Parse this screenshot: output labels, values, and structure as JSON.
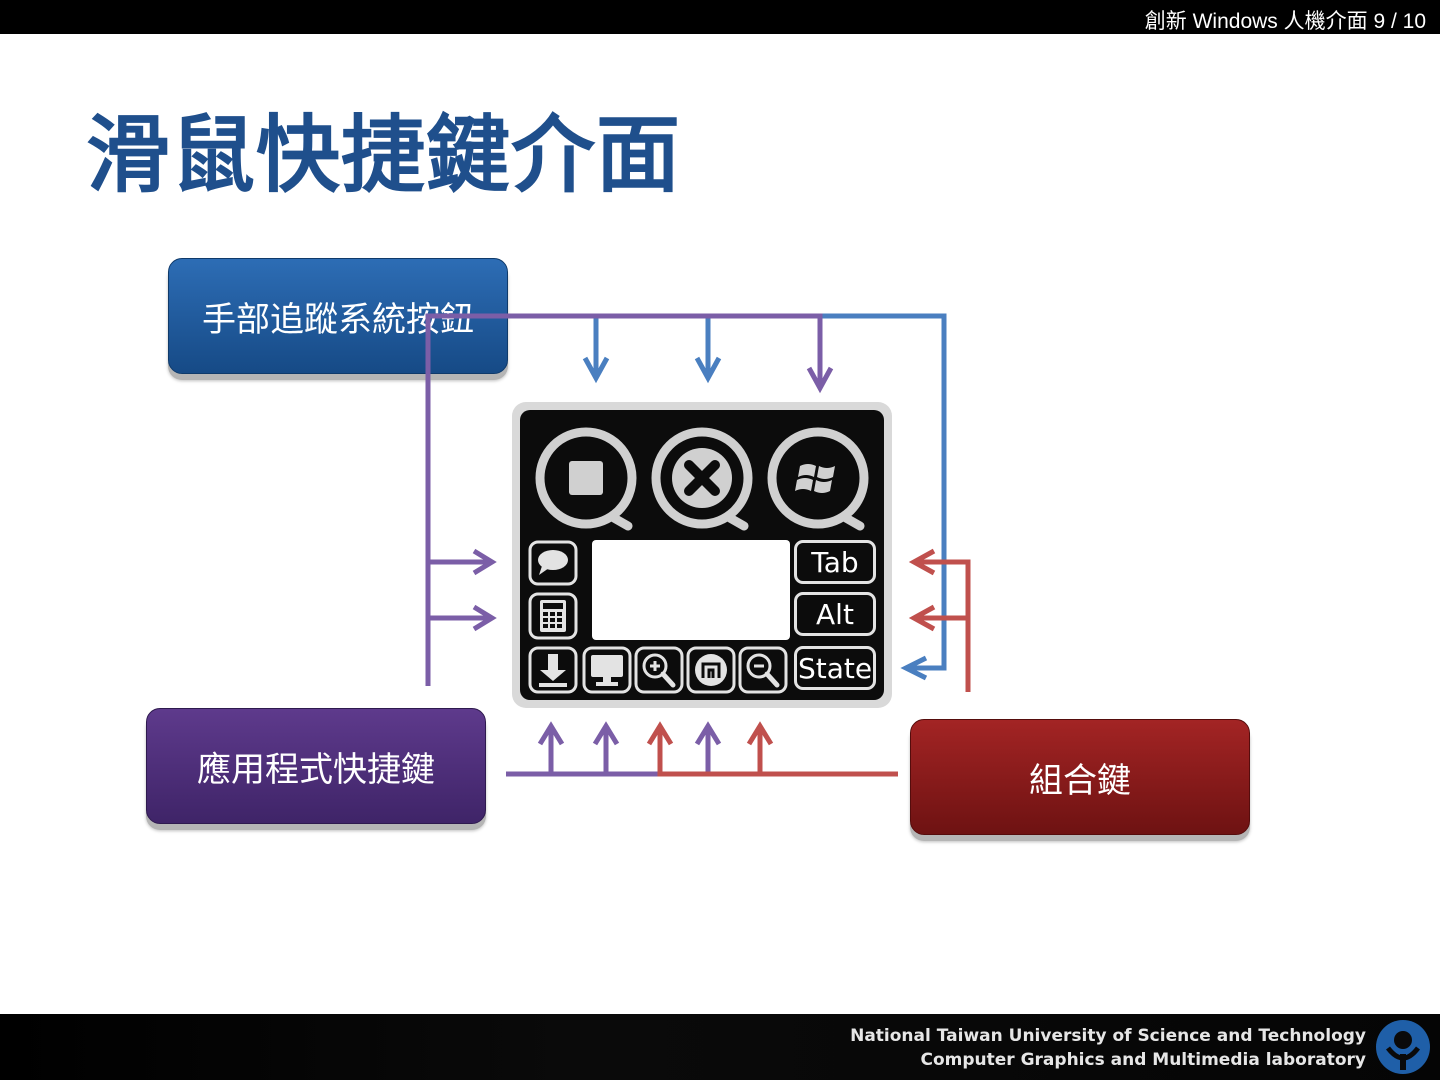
{
  "header": {
    "text": "創新 Windows 人機介面  9 / 10"
  },
  "title": "滑鼠快捷鍵介面",
  "boxes": {
    "hand_tracking": "手部追蹤系統按鈕",
    "app_shortcuts": "應用程式快捷鍵",
    "combo_keys": "組合鍵"
  },
  "panel": {
    "keys": [
      "Tab",
      "Alt",
      "State"
    ],
    "top_buttons": [
      "stop-icon",
      "close-icon",
      "windows-logo-icon"
    ],
    "left_icons": [
      "speech-bubble-icon",
      "calculator-icon"
    ],
    "bottom_icons": [
      "download-icon",
      "monitor-icon",
      "zoom-in-icon",
      "maximize-icon",
      "zoom-out-icon"
    ]
  },
  "colors": {
    "blue": "#4a7fc0",
    "purple": "#7b5ea7",
    "red": "#c0504d",
    "title": "#1f4f8c"
  },
  "footer": {
    "line1": "National Taiwan University of Science and Technology",
    "line2": "Computer Graphics and Multimedia laboratory"
  }
}
